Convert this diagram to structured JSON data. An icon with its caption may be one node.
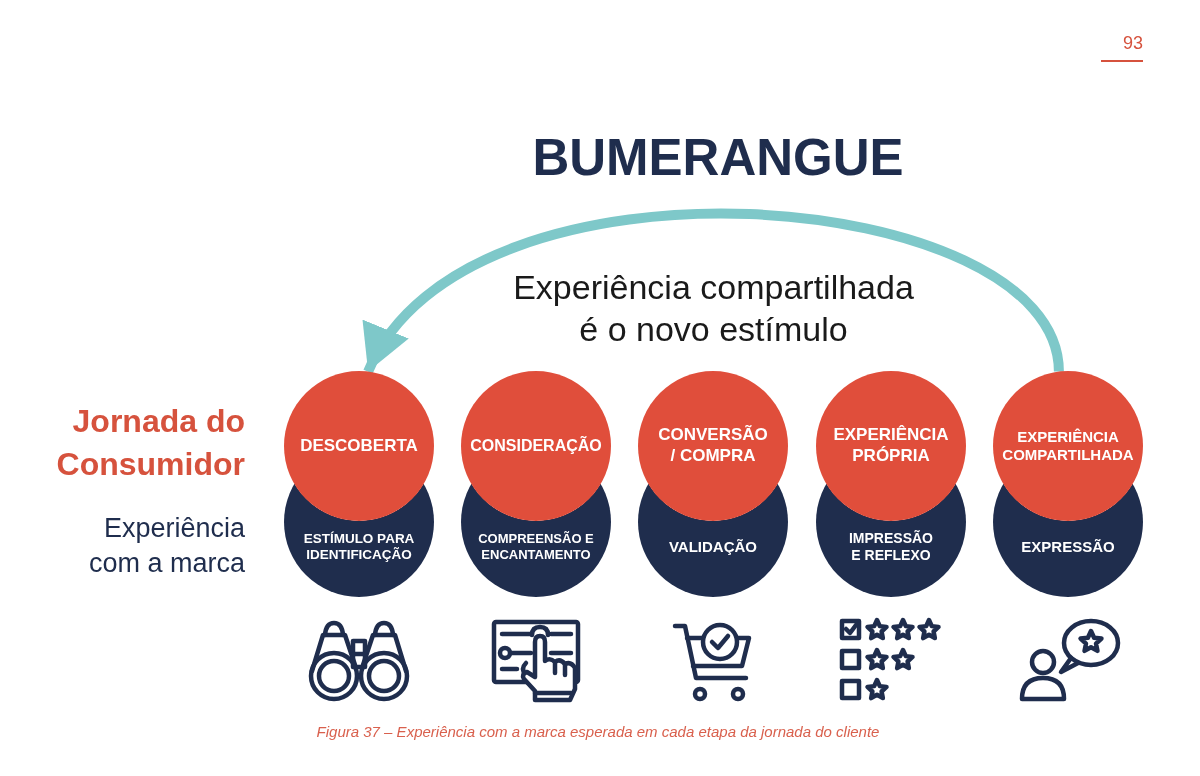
{
  "diagram": {
    "title": "BUMERANGUE",
    "caption": "Figura 37 – Experiência com a marca esperada em cada etapa da jornada do cliente",
    "nodes": [
      {
        "text": [
          "DESCOBERTA"
        ]
      },
      {
        "text": [
          "CONSIDERAÇÃO"
        ]
      },
      {
        "text": [
          "CONVERSÃO / COMPRA"
        ]
      },
      {
        "text": [
          "EXPERIÊNCIA PRÓPRIA"
        ]
      },
      {
        "text": [
          "EXPERIÊNCIA COMPARTILHADA"
        ]
      },
      {
        "text": [
          "ESTÍMULO PARA IDENTIFICAÇÃO"
        ]
      },
      {
        "text": [
          "COMPREENSÃO E ENCANTAMENTO"
        ]
      },
      {
        "text": [
          "VALIDAÇÃO"
        ]
      },
      {
        "text": [
          "IMPRESSÃO E REFLEXO"
        ]
      },
      {
        "text": [
          "EXPRESSÃO"
        ]
      }
    ],
    "edges": [
      {
        "from": 4,
        "to": 0,
        "arrow": "to",
        "label": "Experiência compartilhada é o novo estímulo"
      }
    ],
    "labels": [
      "93",
      "Jornada do Consumidor",
      "Experiência com a marca"
    ]
  }
}
